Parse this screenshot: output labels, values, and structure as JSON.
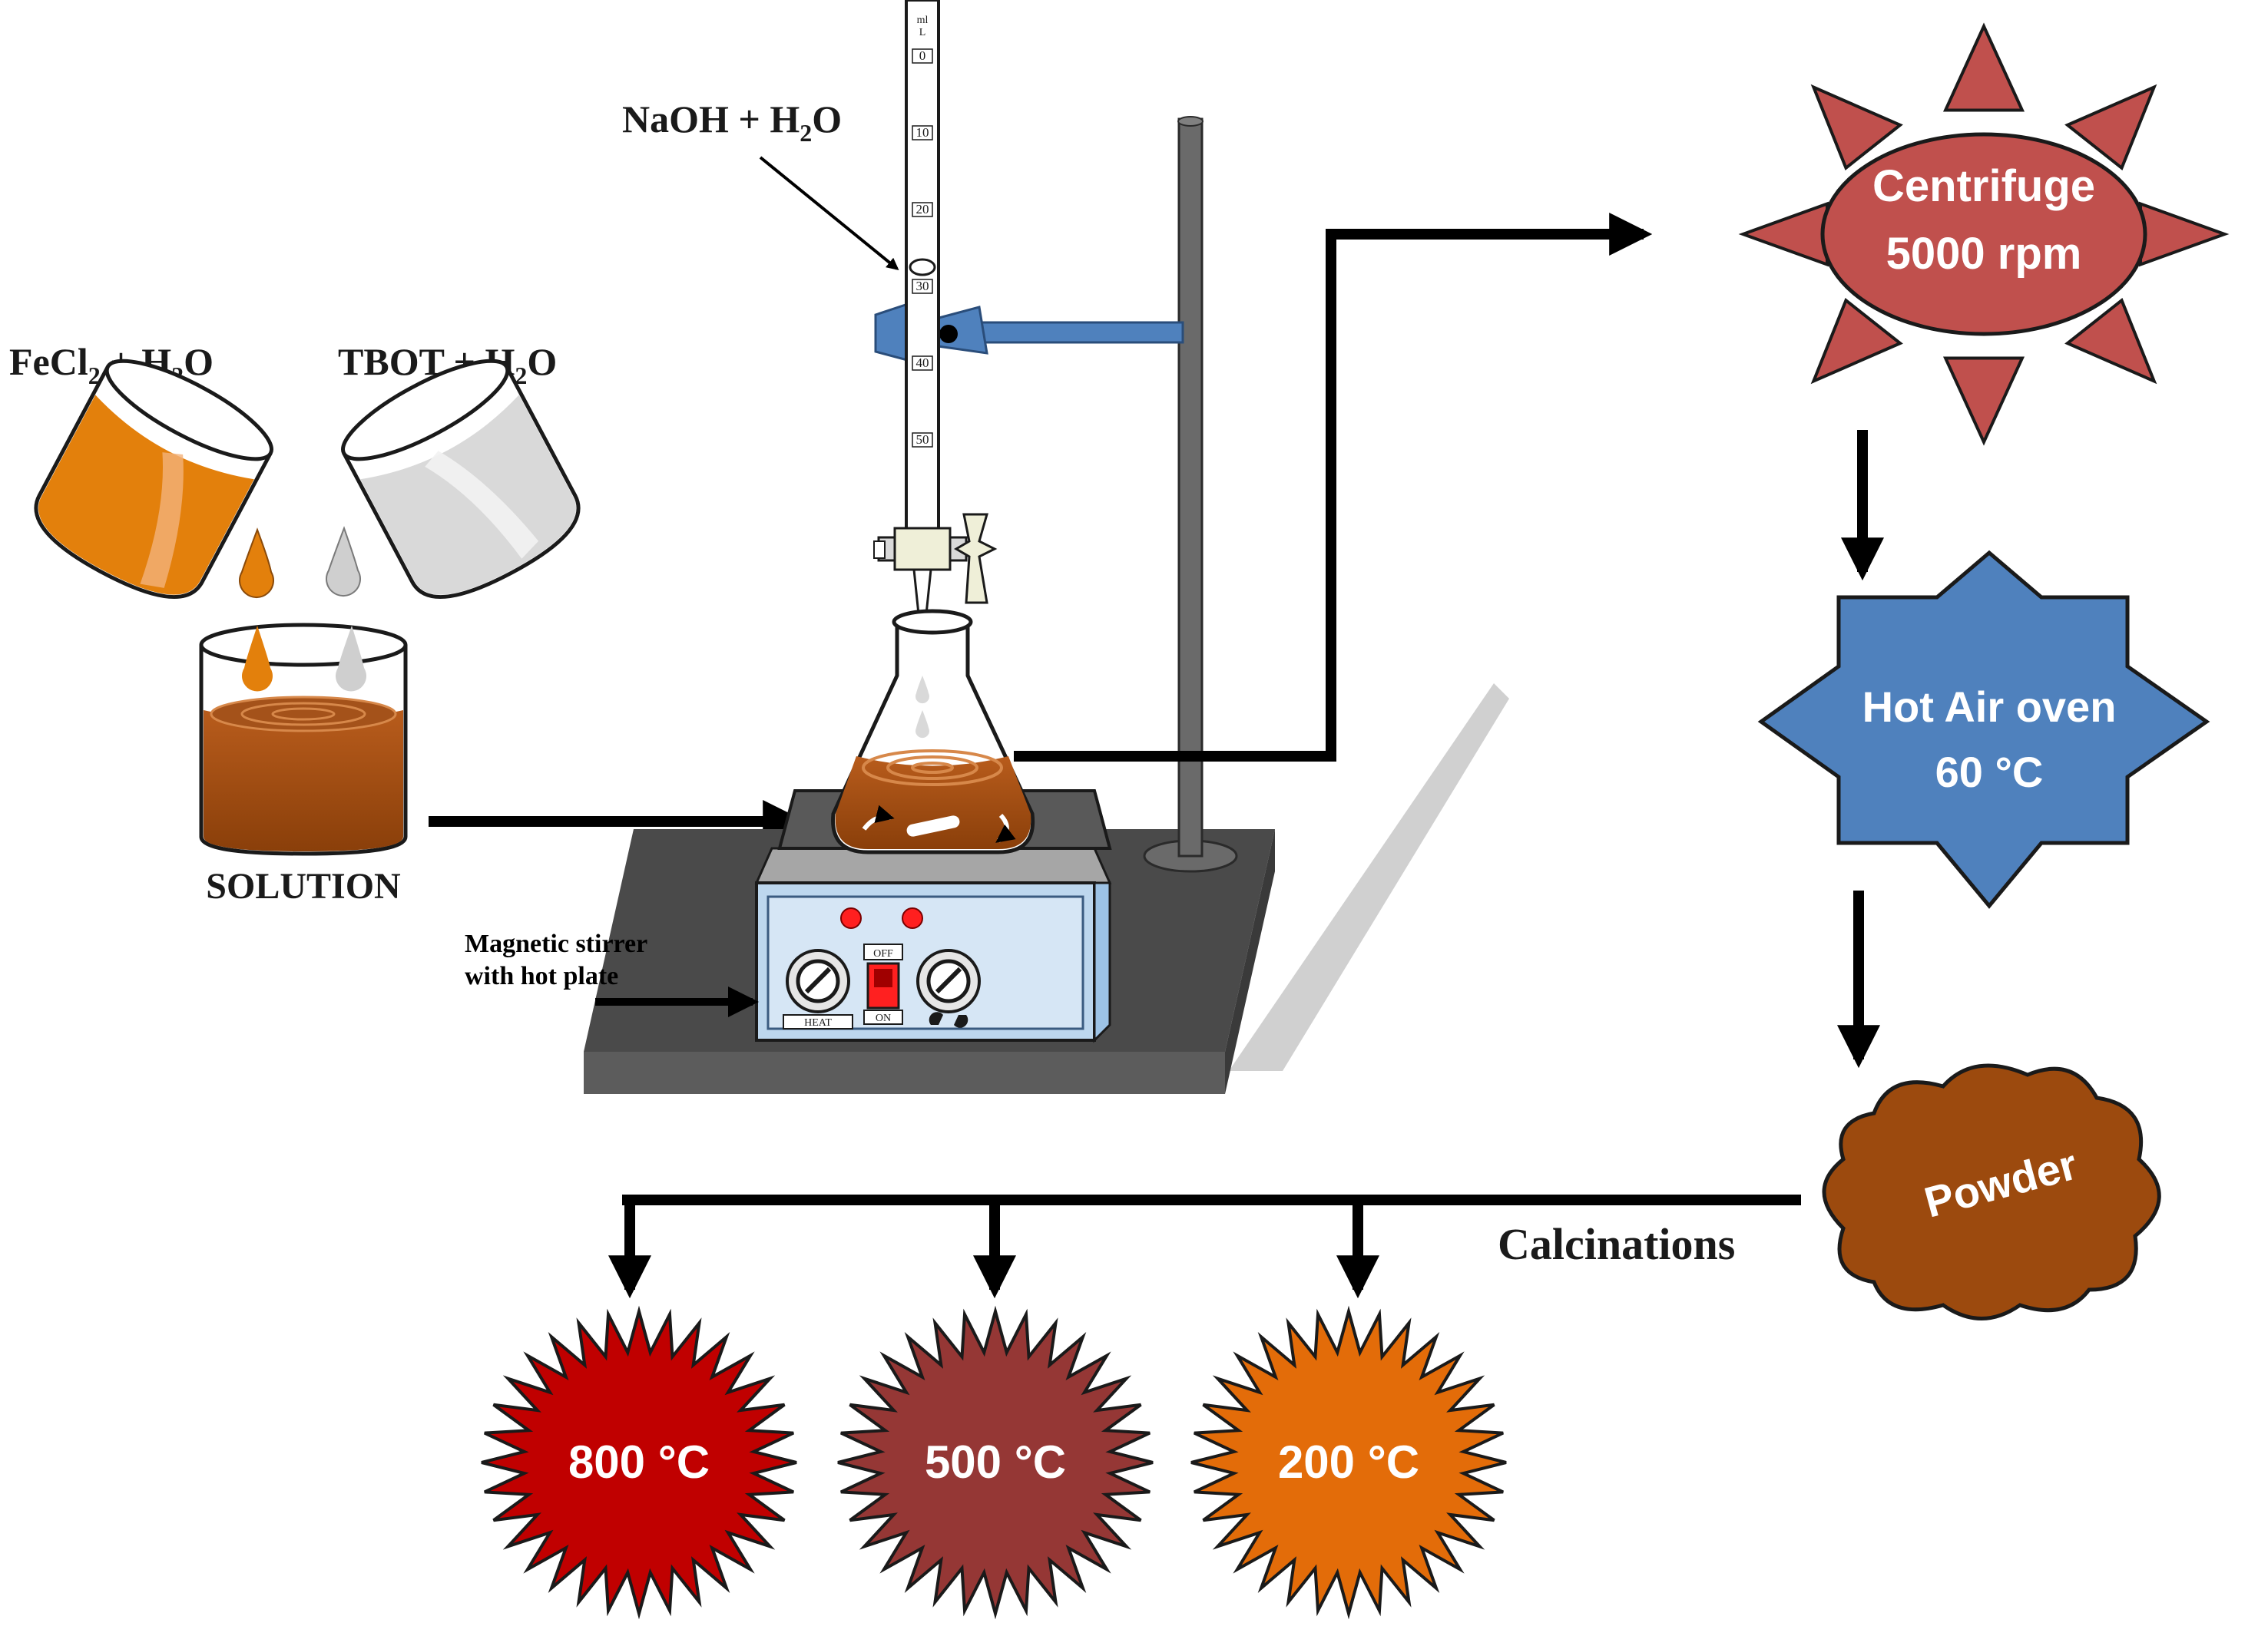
{
  "reagents": {
    "fecl2": {
      "base": "FeCl",
      "sub1": "2",
      "mid": " + H",
      "sub2": "2",
      "end": "O"
    },
    "tbot": {
      "base": "TBOT + H",
      "sub": "2",
      "end": "O"
    },
    "naoh": {
      "base": "NaOH + H",
      "sub": "2",
      "end": "O"
    }
  },
  "labels": {
    "solution": "SOLUTION",
    "stirrer_line1": "Magnetic stirrer",
    "stirrer_line2": "with hot plate",
    "calcinations": "Calcinations"
  },
  "burette": {
    "unit_top": "ml",
    "unit_bottom": "L",
    "ticks": [
      "0",
      "10",
      "20",
      "30",
      "40",
      "50"
    ]
  },
  "stirrer_panel": {
    "off": "OFF",
    "on": "ON",
    "heat": "HEAT"
  },
  "steps": {
    "centrifuge": {
      "line1": "Centrifuge",
      "line2": "5000 rpm",
      "color": "#c0504d"
    },
    "oven": {
      "line1": "Hot Air oven",
      "line2": "60 °C",
      "color": "#4f81bd"
    },
    "powder": {
      "label": "Powder",
      "color": "#9c4a0e"
    }
  },
  "calcination_temps": [
    {
      "label": "800 °C",
      "color": "#c00000"
    },
    {
      "label": "500 °C",
      "color": "#953735"
    },
    {
      "label": "200 °C",
      "color": "#e36c09"
    }
  ]
}
